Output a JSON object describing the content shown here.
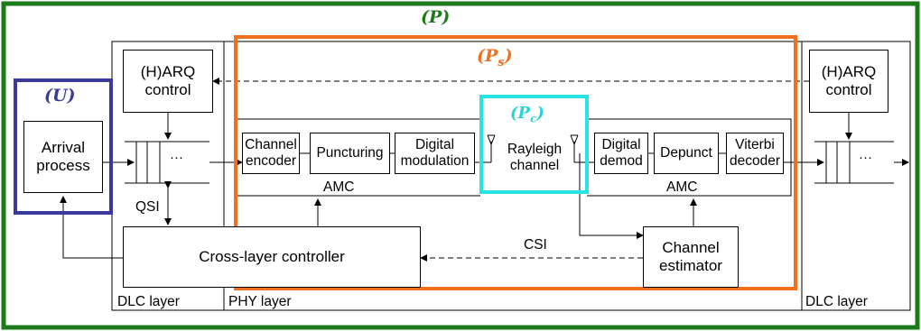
{
  "regions": {
    "P": "(P)",
    "Ps_main": "(P",
    "Ps_sub": "s",
    "Ps_close": ")",
    "Pc_main": "(P",
    "Pc_sub": "c",
    "Pc_close": ")",
    "U": "(U)"
  },
  "colors": {
    "outer_border": "#1a7a1a",
    "ps_border": "#f07020",
    "pc_border": "#27e3e8",
    "u_border": "#3a3a9a",
    "p_label": "#1a7a1a",
    "ps_label": "#f07020",
    "pc_label": "#27d3d8",
    "u_label": "#3a3a9a"
  },
  "blocks": {
    "arrival_process": [
      "Arrival",
      "process"
    ],
    "harq_left": [
      "(H)ARQ",
      "control"
    ],
    "harq_right": [
      "(H)ARQ",
      "control"
    ],
    "channel_encoder": [
      "Channel",
      "encoder"
    ],
    "puncturing": "Puncturing",
    "digital_modulation": [
      "Digital",
      "modulation"
    ],
    "rayleigh_channel": [
      "Rayleigh",
      "channel"
    ],
    "digital_demod": [
      "Digital",
      "demod"
    ],
    "depunct": "Depunct",
    "viterbi_decoder": [
      "Viterbi",
      "decoder"
    ],
    "cross_layer_controller": "Cross-layer controller",
    "channel_estimator": [
      "Channel",
      "estimator"
    ],
    "queue_dots": "···"
  },
  "labels": {
    "qsi": "QSI",
    "csi": "CSI",
    "amc_tx": "AMC",
    "amc_rx": "AMC",
    "dlc_layer_left": "DLC layer",
    "phy_layer": "PHY layer",
    "dlc_layer_right": "DLC layer"
  }
}
